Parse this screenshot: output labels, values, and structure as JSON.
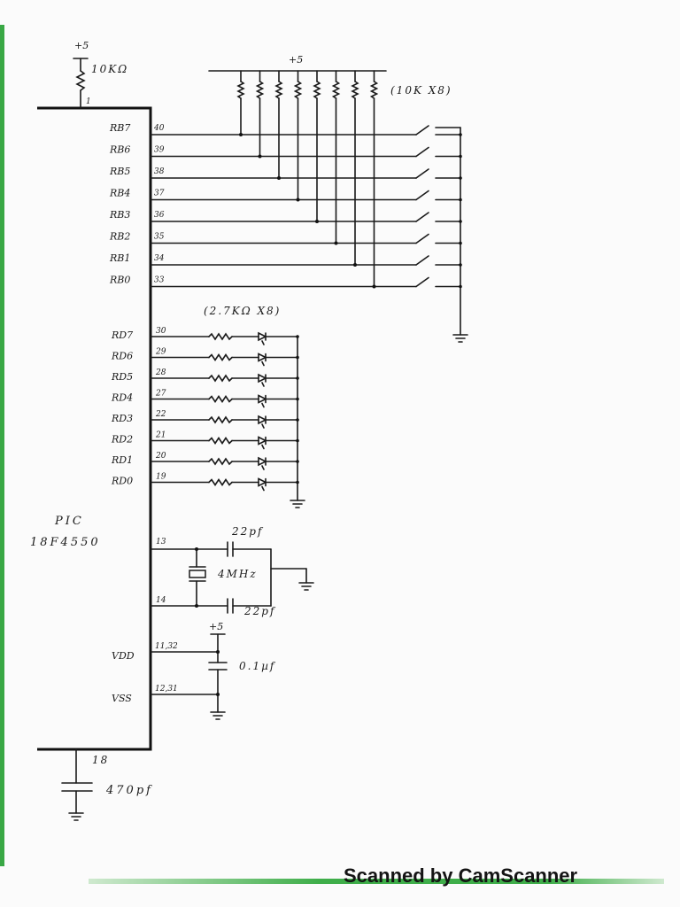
{
  "power": {
    "top_supply": "+5",
    "pullup_resistor": "10KΩ",
    "pullup_pin": "1",
    "bus_supply": "+5",
    "array_label": "(10K X8)",
    "decoupling_supply": "+5"
  },
  "port_b": [
    {
      "name": "RB7",
      "pin": "40"
    },
    {
      "name": "RB6",
      "pin": "39"
    },
    {
      "name": "RB5",
      "pin": "38"
    },
    {
      "name": "RB4",
      "pin": "37"
    },
    {
      "name": "RB3",
      "pin": "36"
    },
    {
      "name": "RB2",
      "pin": "35"
    },
    {
      "name": "RB1",
      "pin": "34"
    },
    {
      "name": "RB0",
      "pin": "33"
    }
  ],
  "led_array_label": "(2.7KΩ X8)",
  "port_d": [
    {
      "name": "RD7",
      "pin": "30"
    },
    {
      "name": "RD6",
      "pin": "29"
    },
    {
      "name": "RD5",
      "pin": "28"
    },
    {
      "name": "RD4",
      "pin": "27"
    },
    {
      "name": "RD3",
      "pin": "22"
    },
    {
      "name": "RD2",
      "pin": "21"
    },
    {
      "name": "RD1",
      "pin": "20"
    },
    {
      "name": "RD0",
      "pin": "19"
    }
  ],
  "chip": {
    "line1": "PIC",
    "line2": "18F4550"
  },
  "oscillator": {
    "pin_a": "13",
    "pin_b": "14",
    "cap_top": "22pf",
    "cap_bottom": "22pf",
    "crystal": "4MHz"
  },
  "supply_pins": {
    "vdd_label": "VDD",
    "vdd_pins": "11,32",
    "vss_label": "VSS",
    "vss_pins": "12,31",
    "cap": "0.1µf"
  },
  "bottom": {
    "pin": "18",
    "cap": "470pf"
  },
  "watermark": "Scanned by CamScanner"
}
